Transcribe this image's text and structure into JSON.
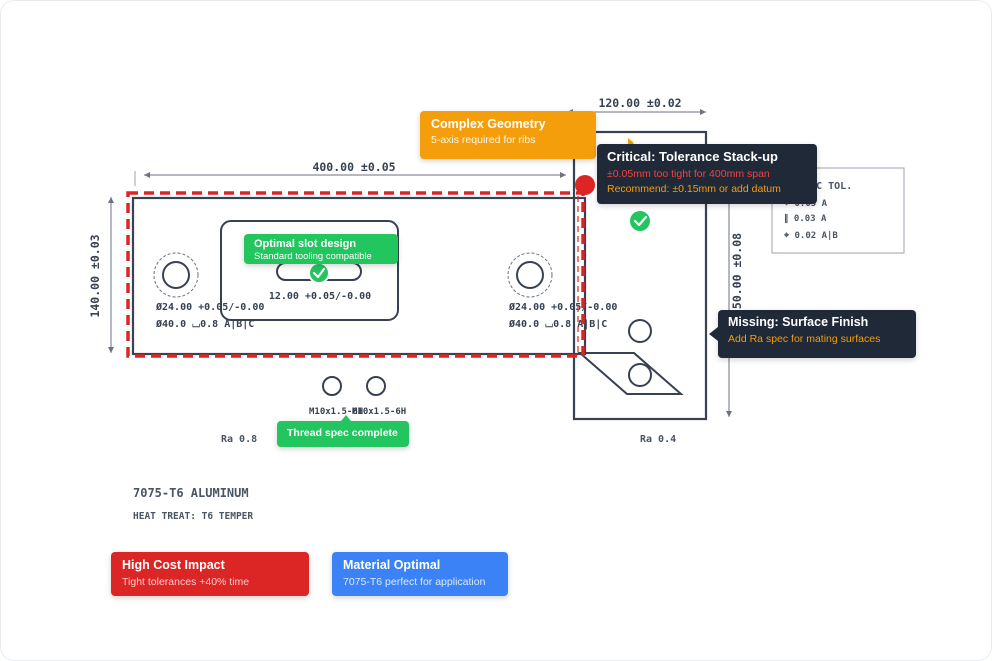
{
  "drawing": {
    "dims": {
      "top_width": "400.00 ±0.05",
      "right_width": "120.00 ±0.02",
      "left_height": "140.00 ±0.03",
      "right_height": "50.00 ±0.08"
    },
    "holes": {
      "left_dia": "Ø24.00 +0.05/-0.00",
      "left_cbore": "Ø40.0 ⌴0.8 A|B|C",
      "right_dia": "Ø24.00 +0.05/-0.00",
      "right_cbore": "Ø40.0 ⌴0.8 A|B|C"
    },
    "slot_dim": "12.00 +0.05/-0.00",
    "threads": "M10x1.5-6H",
    "threads_b": "M10x1.5-6H",
    "finish_left": "Ra 0.8",
    "finish_right": "Ra 0.4",
    "material": "7075-T6 ALUMINUM",
    "heat_treat": "HEAT TREAT: T6 TEMPER",
    "gdt": {
      "title": "METRIC TOL.",
      "row1": "⌖ 0.05 A",
      "row2": "∥ 0.03 A",
      "row3": "⌖ 0.02 A|B"
    }
  },
  "annotations": {
    "complex": {
      "title": "Complex Geometry",
      "desc": "5-axis required for ribs"
    },
    "critical": {
      "title": "Critical: Tolerance Stack-up",
      "line1": "±0.05mm too tight for 400mm span",
      "line2": "Recommend: ±0.15mm or add datum"
    },
    "missing": {
      "title": "Missing: Surface Finish",
      "desc": "Add Ra spec for mating surfaces"
    },
    "slot": {
      "title": "Optimal slot design",
      "desc": "Standard tooling compatible"
    },
    "thread": {
      "label": "Thread spec complete"
    },
    "cost": {
      "title": "High Cost Impact",
      "desc": "Tight tolerances +40% time"
    },
    "material": {
      "title": "Material Optimal",
      "desc": "7075-T6 perfect for application"
    }
  },
  "colors": {
    "line": "#374151",
    "critical": "#dc2626",
    "warning": "#f59e0b",
    "success": "#22c55e",
    "info": "#3b82f6",
    "dark": "#1f2937"
  }
}
